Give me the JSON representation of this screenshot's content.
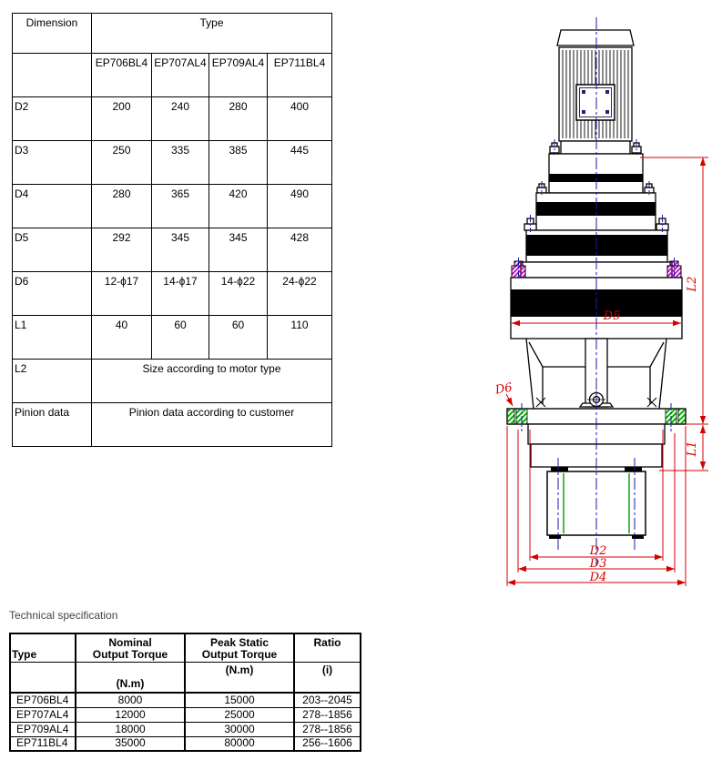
{
  "dimension_table": {
    "header_dimension": "Dimension",
    "header_type": "Type",
    "types": [
      "EP706BL4",
      "EP707AL4",
      "EP709AL4",
      "EP711BL4"
    ],
    "rows": [
      {
        "label": "D2",
        "values": [
          "200",
          "240",
          "280",
          "400"
        ]
      },
      {
        "label": "D3",
        "values": [
          "250",
          "335",
          "385",
          "445"
        ]
      },
      {
        "label": "D4",
        "values": [
          "280",
          "365",
          "420",
          "490"
        ]
      },
      {
        "label": "D5",
        "values": [
          "292",
          "345",
          "345",
          "428"
        ]
      },
      {
        "label": "D6",
        "values": [
          "12-ϕ17",
          "14-ϕ17",
          "14-ϕ22",
          "24-ϕ22"
        ]
      },
      {
        "label": "L1",
        "values": [
          "40",
          "60",
          "60",
          "110"
        ]
      }
    ],
    "l2_row": {
      "label": "L2",
      "value": "Size according to motor type"
    },
    "pinion_row": {
      "label": "Pinion data",
      "value": "Pinion data according to customer"
    }
  },
  "spec_section": {
    "title": "Technical specification",
    "headers": {
      "type": "Type",
      "nominal_line1": "Nominal",
      "nominal_line2": "Output Torque",
      "peak_line1": "Peak Static",
      "peak_line2": "Output Torque",
      "ratio": "Ratio",
      "nominal_unit": "(N.m)",
      "peak_unit": "(N.m)",
      "ratio_unit": "(i)"
    },
    "rows": [
      {
        "type": "EP706BL4",
        "nominal": "8000",
        "peak": "15000",
        "ratio": "203--2045"
      },
      {
        "type": "EP707AL4",
        "nominal": "12000",
        "peak": "25000",
        "ratio": "278--1856"
      },
      {
        "type": "EP709AL4",
        "nominal": "18000",
        "peak": "30000",
        "ratio": "278--1856"
      },
      {
        "type": "EP711BL4",
        "nominal": "35000",
        "peak": "80000",
        "ratio": "256--1606"
      }
    ]
  },
  "drawing": {
    "dim_labels": {
      "d2": "D2",
      "d3": "D3",
      "d4": "D4",
      "d5": "D5",
      "d6": "D6",
      "l1": "L1",
      "l2": "L2"
    },
    "colors": {
      "dimension_red": "#d40000",
      "centerline_blue": "#1a1ab0",
      "hatch_green": "#00b400",
      "hatch_magenta": "#c000c0"
    }
  }
}
